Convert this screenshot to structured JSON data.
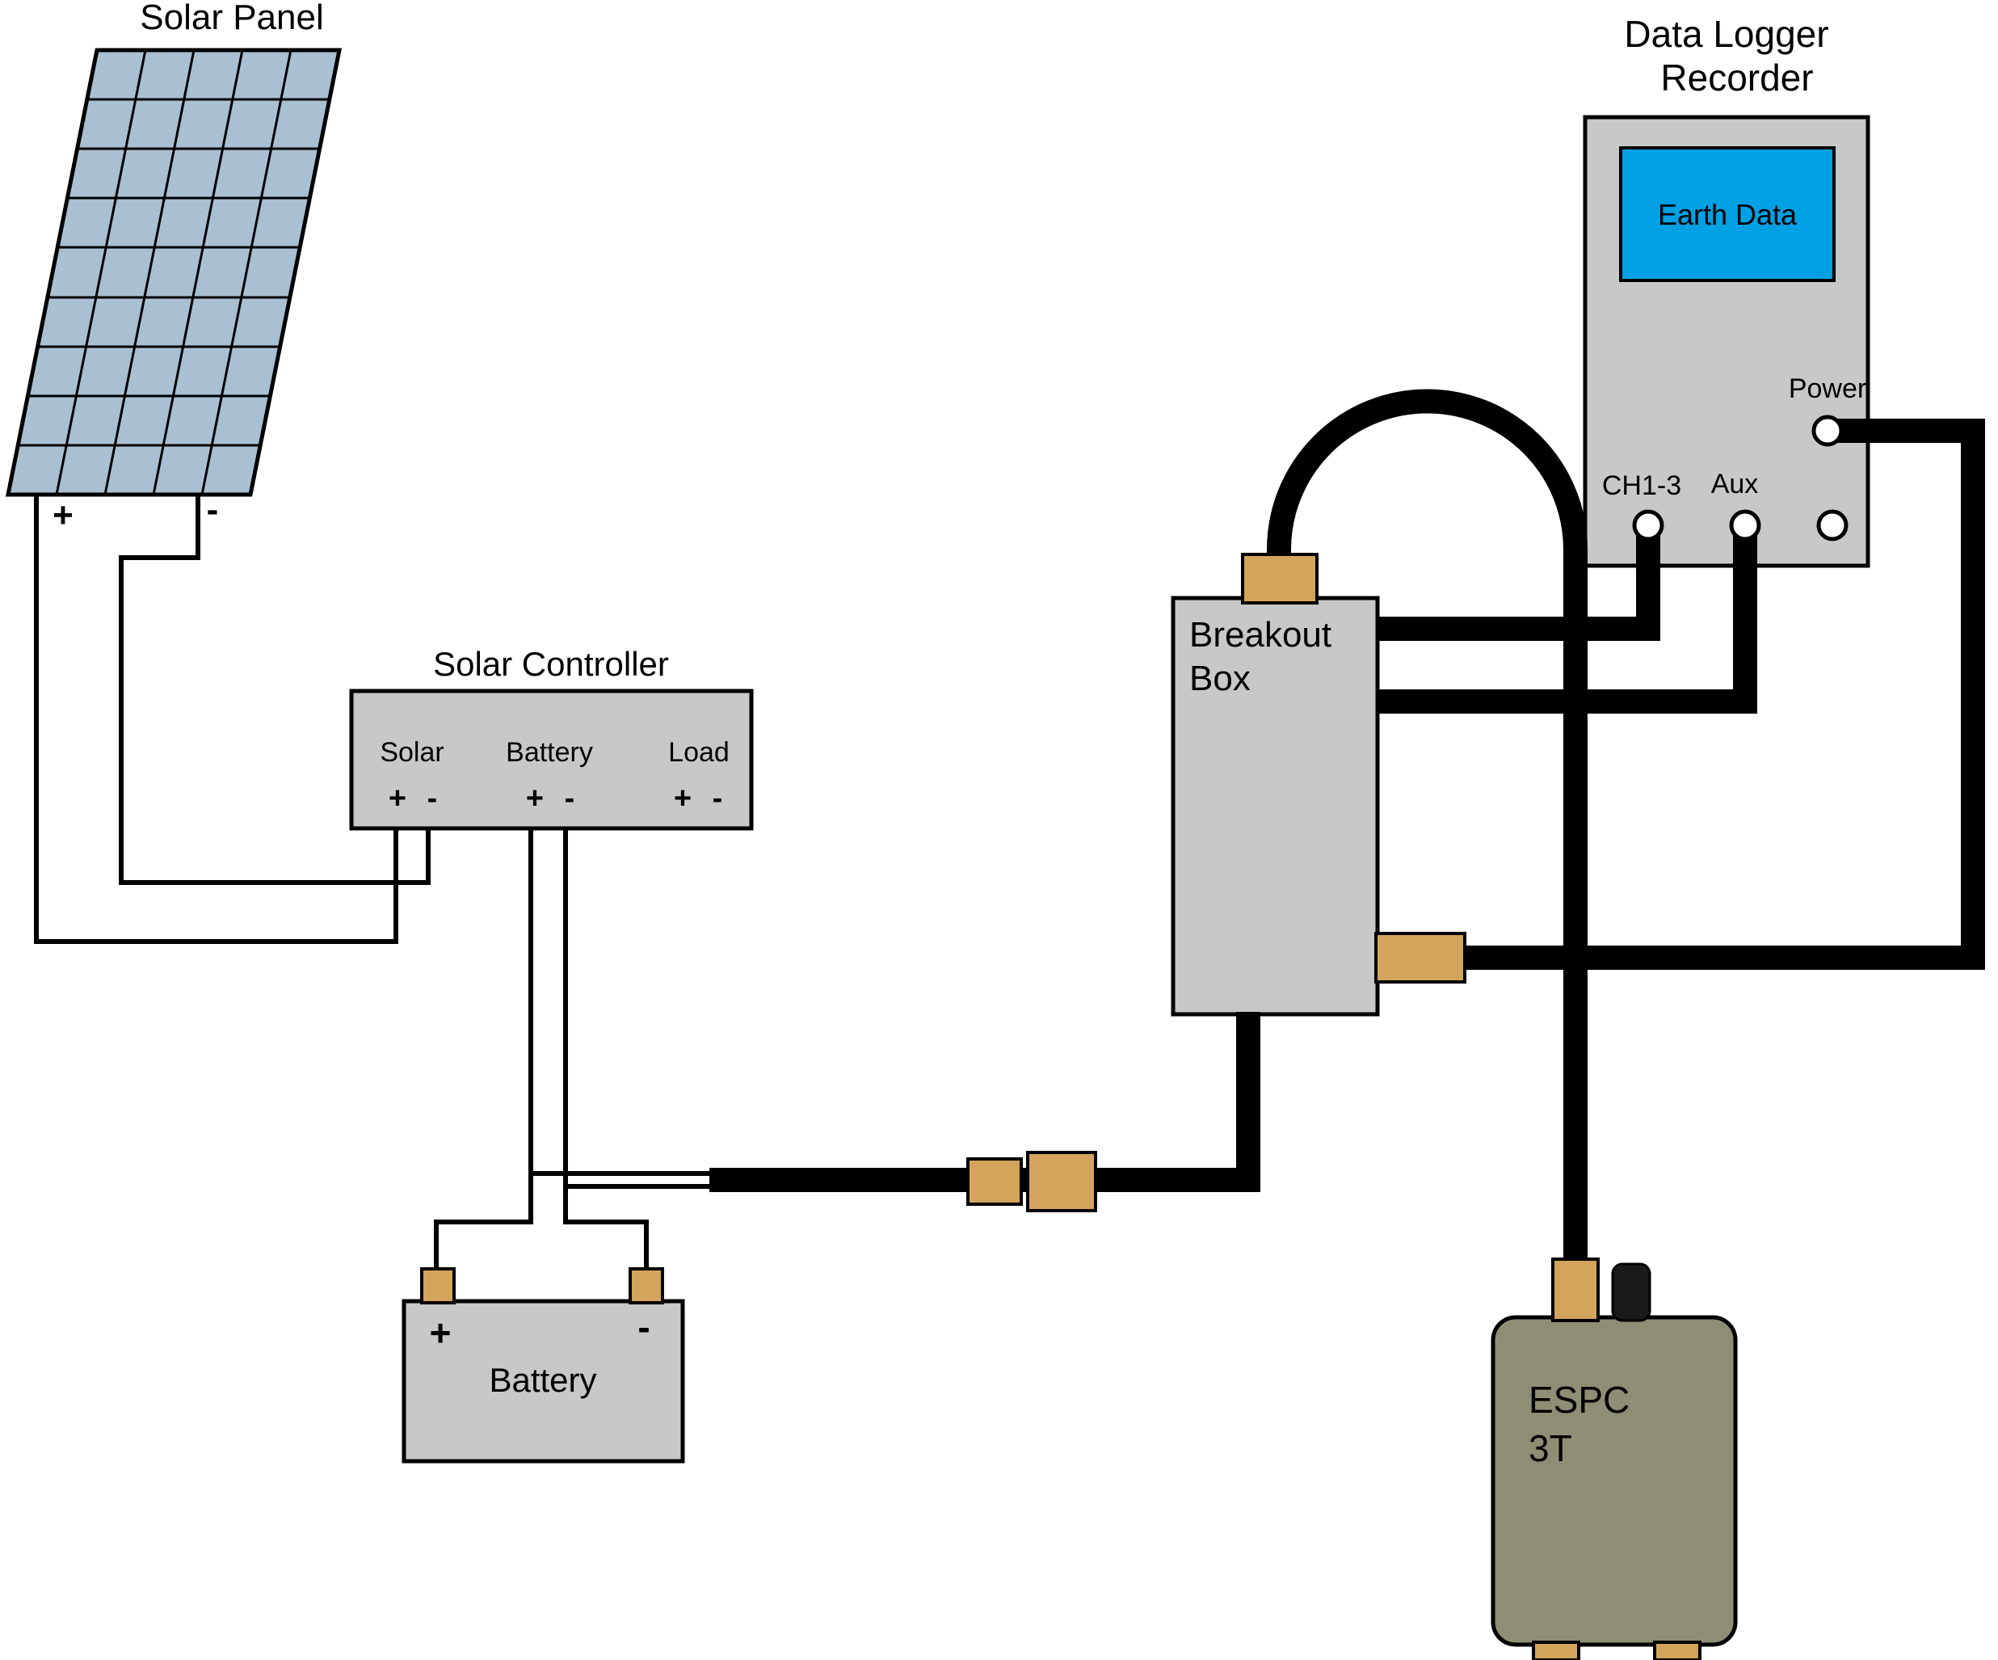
{
  "diagram": {
    "panel": {
      "title": "Solar Panel",
      "plus": "+",
      "minus": "-"
    },
    "controller": {
      "title": "Solar Controller",
      "sections": [
        {
          "label": "Solar"
        },
        {
          "label": "Battery"
        },
        {
          "label": "Load"
        }
      ],
      "plus": "+",
      "minus": "-"
    },
    "battery": {
      "title": "Battery",
      "plus": "+",
      "minus": "-"
    },
    "breakout": {
      "line1": "Breakout",
      "line2": "Box"
    },
    "logger": {
      "title_line1": "Data Logger",
      "title_line2": "Recorder",
      "screen_text": "Earth Data",
      "power_label": "Power",
      "ch_label": "CH1-3",
      "aux_label": "Aux"
    },
    "espc": {
      "line1": "ESPC",
      "line2": "3T"
    },
    "colors": {
      "box_gray": "#c8c8c8",
      "panel_blue": "#a9c0d2",
      "screen_blue": "#00a0e4",
      "connector_tan": "#d2a45c",
      "espc_olive": "#8e8e74",
      "wire_black": "#000000",
      "port_white": "#ffffff"
    }
  }
}
